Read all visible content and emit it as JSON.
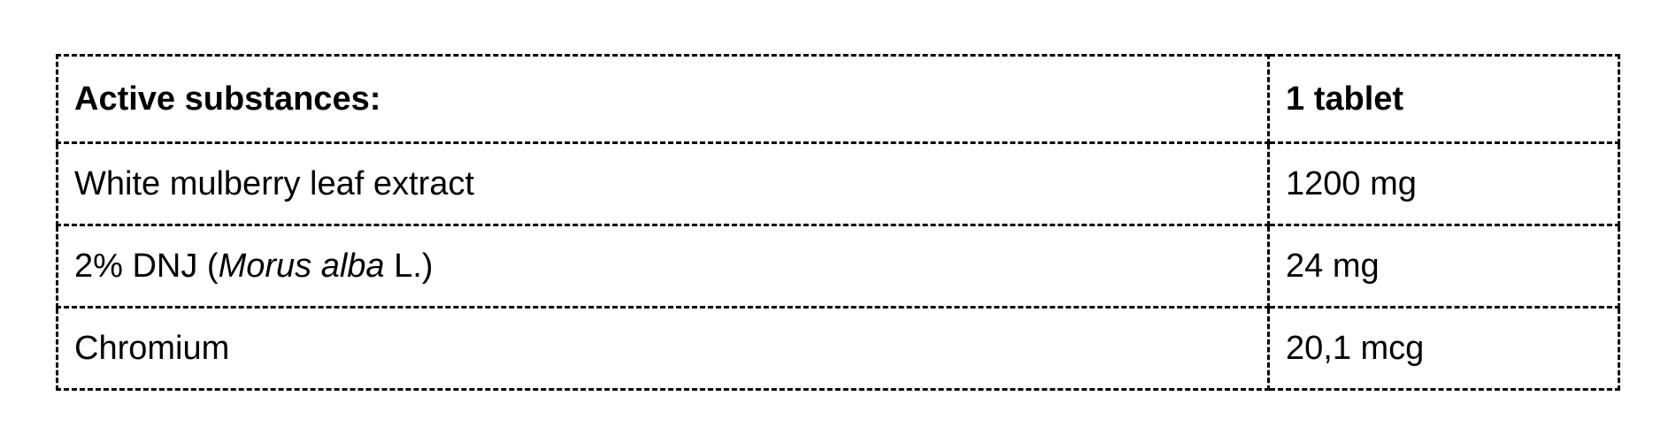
{
  "table": {
    "headers": [
      "Active substances:",
      "1 tablet"
    ],
    "rows": [
      {
        "name": "White mulberry leaf extract",
        "amount": "1200 mg"
      },
      {
        "name_prefix": "2% DNJ (",
        "name_italic": "Morus alba",
        "name_suffix": " L.)",
        "amount": "24 mg"
      },
      {
        "name": "Chromium",
        "amount": "20,1 mcg"
      }
    ]
  }
}
